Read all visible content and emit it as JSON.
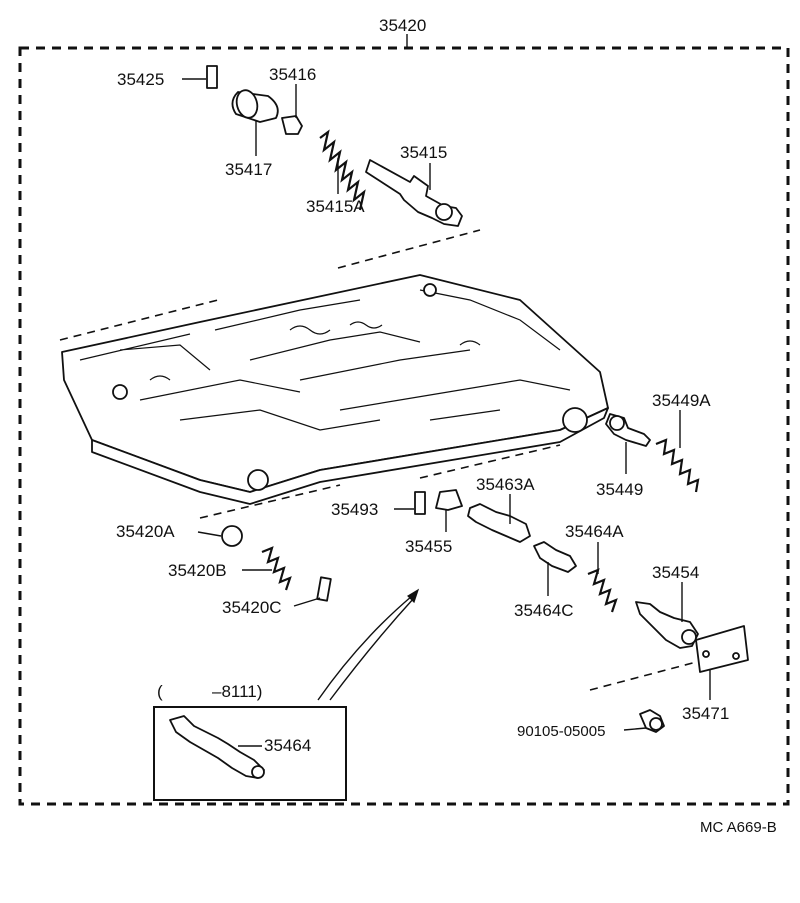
{
  "diagram": {
    "assembly_label": "35420",
    "labels": {
      "p35425": "35425",
      "p35416": "35416",
      "p35417": "35417",
      "p35415": "35415",
      "p35415A": "35415A",
      "p35449A": "35449A",
      "p35449": "35449",
      "p35420A": "35420A",
      "p35493": "35493",
      "p35463A": "35463A",
      "p35455": "35455",
      "p35464A": "35464A",
      "p35420B": "35420B",
      "p35454": "35454",
      "p35420C": "35420C",
      "p35464C": "35464C",
      "p35471": "35471",
      "p90105": "90105-05005",
      "p35464": "35464"
    },
    "inset_range_open": "(",
    "inset_range_end": "–8111)",
    "footer_code": "MC  A669-B"
  }
}
